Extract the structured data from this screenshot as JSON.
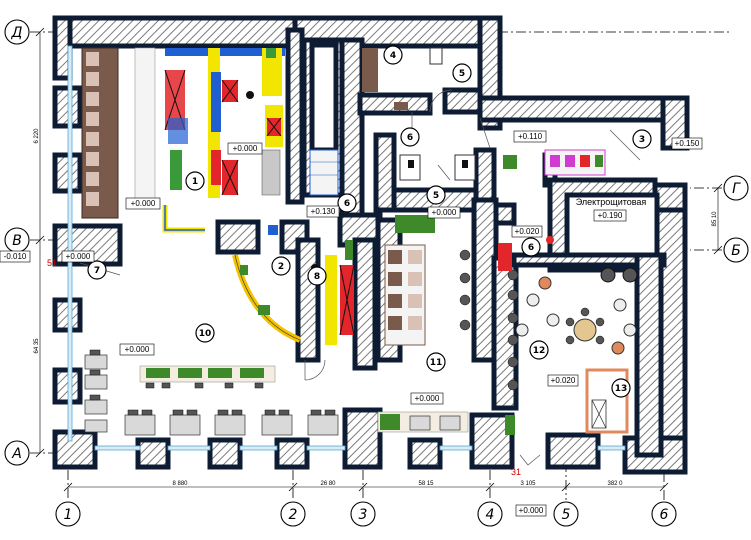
{
  "axes_vertical": [
    {
      "id": "axis-1",
      "label": "1"
    },
    {
      "id": "axis-2",
      "label": "2"
    },
    {
      "id": "axis-3",
      "label": "3"
    },
    {
      "id": "axis-4",
      "label": "4"
    },
    {
      "id": "axis-5",
      "label": "5"
    },
    {
      "id": "axis-6",
      "label": "6"
    }
  ],
  "axes_horizontal": [
    {
      "id": "axis-D",
      "label": "Д"
    },
    {
      "id": "axis-V",
      "label": "В"
    },
    {
      "id": "axis-A",
      "label": "А"
    },
    {
      "id": "axis-G",
      "label": "Г"
    },
    {
      "id": "axis-B",
      "label": "Б"
    }
  ],
  "dimensions": {
    "bottom_1_2": "8 880",
    "bottom_2_3": "26 80",
    "bottom_3_4": "58 15",
    "bottom_4_5": "3 105",
    "bottom_5_6": "382 0",
    "left_D_V": "6 220",
    "left_V_A": "64 35",
    "right_G_B": "85 10"
  },
  "rooms": [
    {
      "id": "room-1",
      "number": "1"
    },
    {
      "id": "room-2",
      "number": "2"
    },
    {
      "id": "room-3",
      "number": "3"
    },
    {
      "id": "room-4",
      "number": "4"
    },
    {
      "id": "room-5a",
      "number": "5"
    },
    {
      "id": "room-5b",
      "number": "5"
    },
    {
      "id": "room-6a",
      "number": "6"
    },
    {
      "id": "room-6b",
      "number": "6"
    },
    {
      "id": "room-6c",
      "number": "6"
    },
    {
      "id": "room-7",
      "number": "7"
    },
    {
      "id": "room-8",
      "number": "8"
    },
    {
      "id": "room-10",
      "number": "10"
    },
    {
      "id": "room-11",
      "number": "11"
    },
    {
      "id": "room-12",
      "number": "12"
    },
    {
      "id": "room-13",
      "number": "13"
    }
  ],
  "elevations": {
    "kitchen": "+0.000",
    "left_room": "+0.000",
    "west_entry": "-0.010",
    "entry_7": "+0.000",
    "hall_left": "+0.000",
    "corridor": "+0.130",
    "wc": "+0.000",
    "room_6_top": "+0.110",
    "room_3": "+0.150",
    "room_6_mid": "+0.020",
    "electrical": "+0.190",
    "room_12": "+0.020",
    "bottom_mid": "+0.000",
    "bottom_axis": "+0.000"
  },
  "labels": {
    "electrical_room": "Электрощитовая",
    "marker_31": "31",
    "marker_51": "51"
  },
  "colors": {
    "wall": "#0d1c33",
    "hatch": "#8a8a8a",
    "equipment_red": "#e3262b",
    "equipment_yellow": "#f2e600",
    "equipment_blue": "#1f5fd1",
    "glazing": "#7fc7e8",
    "furniture_brown": "#7a5a4a",
    "furniture_orange": "#e0895c",
    "plants": "#3e8a2b"
  }
}
